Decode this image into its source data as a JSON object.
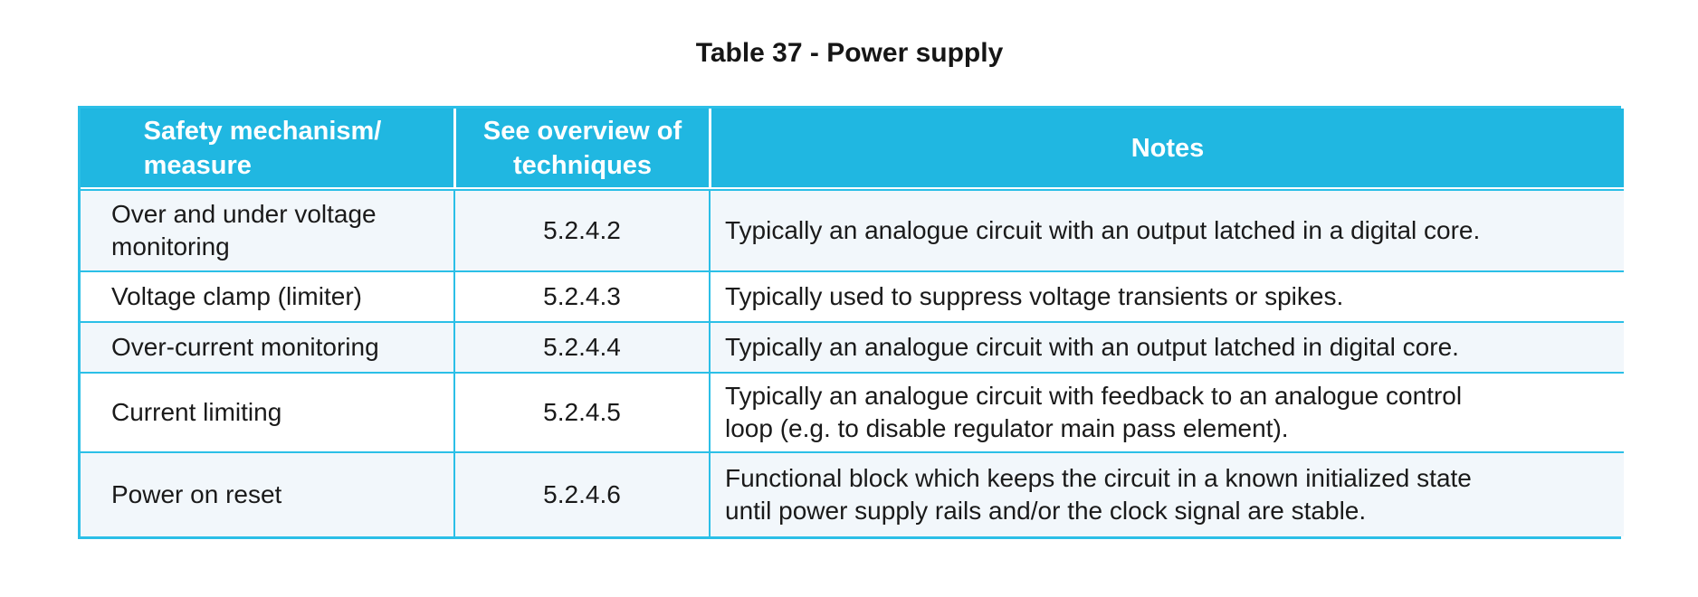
{
  "page": {
    "title": "Table 37 - Power supply"
  },
  "colors": {
    "header_bg_cyan": "#20B7E1",
    "grid_border_cyan": "#2BBFE7",
    "header_separator_white": "#FFFFFF",
    "alt_row_bg": "#F2F7FB",
    "plain_row_bg": "#FFFFFF",
    "header_text": "#FFFFFF",
    "body_text": "#1A1A1A"
  },
  "table": {
    "headers": [
      {
        "label": "Safety mechanism/\nmeasure"
      },
      {
        "label": "See overview of\ntechniques"
      },
      {
        "label": "Notes"
      }
    ],
    "rows": [
      {
        "mechanism": "Over and under voltage\nmonitoring",
        "ref": "5.2.4.2",
        "note": "Typically an analogue circuit with an output latched in a digital core."
      },
      {
        "mechanism": "Voltage clamp (limiter)",
        "ref": "5.2.4.3",
        "note": "Typically used to suppress voltage transients or spikes."
      },
      {
        "mechanism": "Over-current monitoring",
        "ref": "5.2.4.4",
        "note": "Typically an analogue circuit with an output latched in digital core."
      },
      {
        "mechanism": "Current limiting",
        "ref": "5.2.4.5",
        "note": "Typically an analogue circuit with feedback to an analogue control\nloop (e.g. to disable regulator main pass element)."
      },
      {
        "mechanism": "Power on reset",
        "ref": "5.2.4.6",
        "note": "Functional block which keeps the circuit in a known initialized state\nuntil power supply rails and/or the clock signal are stable."
      }
    ]
  }
}
